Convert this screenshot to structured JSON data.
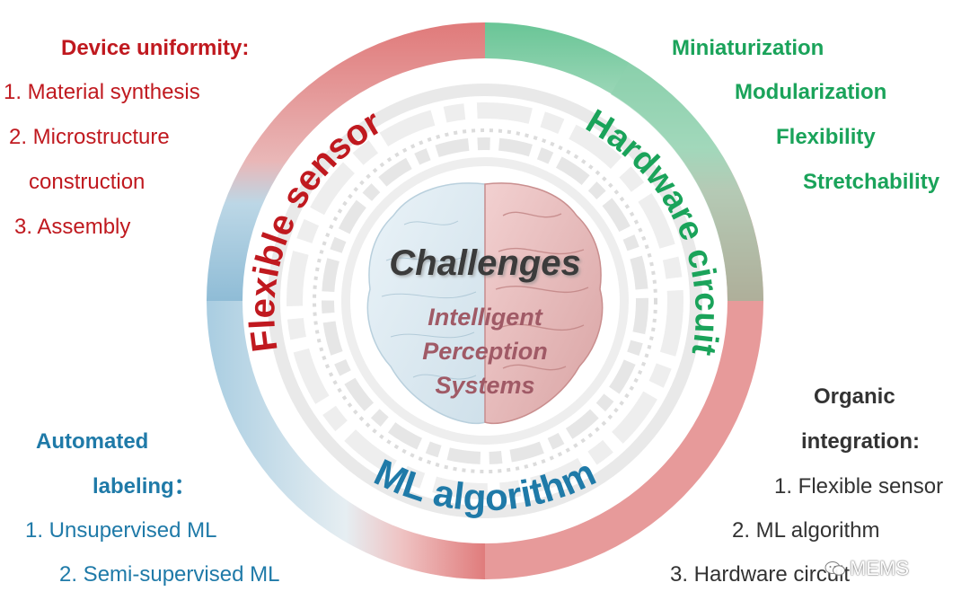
{
  "center": {
    "title": "Challenges",
    "subtitle_lines": [
      "Intelligent",
      "Perception",
      "Systems"
    ]
  },
  "ring_labels": {
    "top_left": "Flexible sensor",
    "top_right": "Hardware circuit",
    "bottom": "ML algorithm"
  },
  "top_left_panel": {
    "heading": "Device uniformity:",
    "lines": [
      "1. Material synthesis",
      "2. Microstructure",
      "construction",
      "3. Assembly"
    ]
  },
  "top_right_panel": {
    "lines": [
      "Miniaturization",
      "Modularization",
      "Flexibility",
      "Stretchability"
    ]
  },
  "bottom_left_panel": {
    "heading_lines": [
      "Automated",
      "labeling："
    ],
    "lines": [
      "1. Unsupervised ML",
      "2. Semi-supervised ML"
    ]
  },
  "bottom_right_panel": {
    "heading_lines": [
      "Organic",
      "integration:"
    ],
    "lines": [
      "1. Flexible sensor",
      "2. ML algorithm",
      "3. Hardware circuit"
    ]
  },
  "watermark": {
    "text": "MEMS",
    "icon": "wechat-icon"
  },
  "colors": {
    "sensor": "#c0191f",
    "hardware": "#1aa35a",
    "algorithm": "#1f7aa8",
    "organic": "#333333",
    "center_title": "#3a3a3a",
    "center_subtitle": "#a05a66"
  }
}
